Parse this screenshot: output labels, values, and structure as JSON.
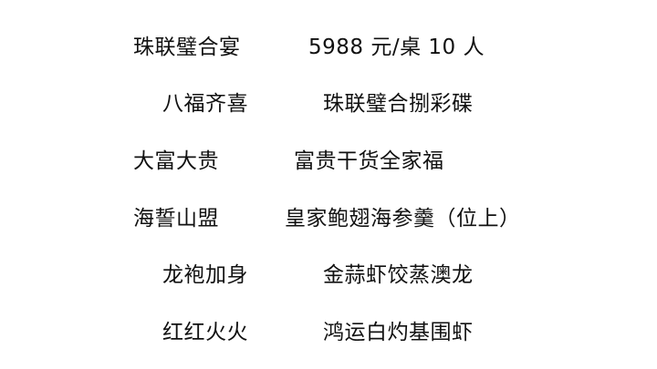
{
  "menu": {
    "title": "珠联璧合宴",
    "price": "5988 元/桌 10 人",
    "items": [
      {
        "name": "八福齐喜",
        "dish": "珠联璧合捌彩碟"
      },
      {
        "name": "大富大贵",
        "dish": "富贵干货全家福"
      },
      {
        "name": "海誓山盟",
        "dish": "皇家鲍翅海参羹（位上）"
      },
      {
        "name": "龙袍加身",
        "dish": "金蒜虾饺蒸澳龙"
      },
      {
        "name": "红红火火",
        "dish": "鸿运白灼基围虾"
      }
    ]
  }
}
